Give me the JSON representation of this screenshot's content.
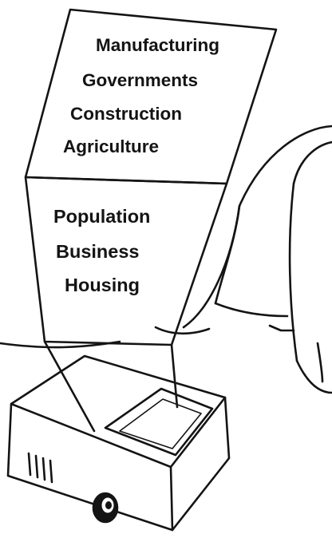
{
  "upper_panel": {
    "items": [
      "Manufacturing",
      "Governments",
      "Construction",
      "Agriculture"
    ]
  },
  "lower_panel": {
    "items": [
      "Population",
      "Business",
      "Housing"
    ]
  },
  "icons": {
    "projector": "overhead-projector-icon",
    "screen": "projection-screen-icon"
  },
  "colors": {
    "ink": "#141414",
    "paper": "#ffffff"
  }
}
